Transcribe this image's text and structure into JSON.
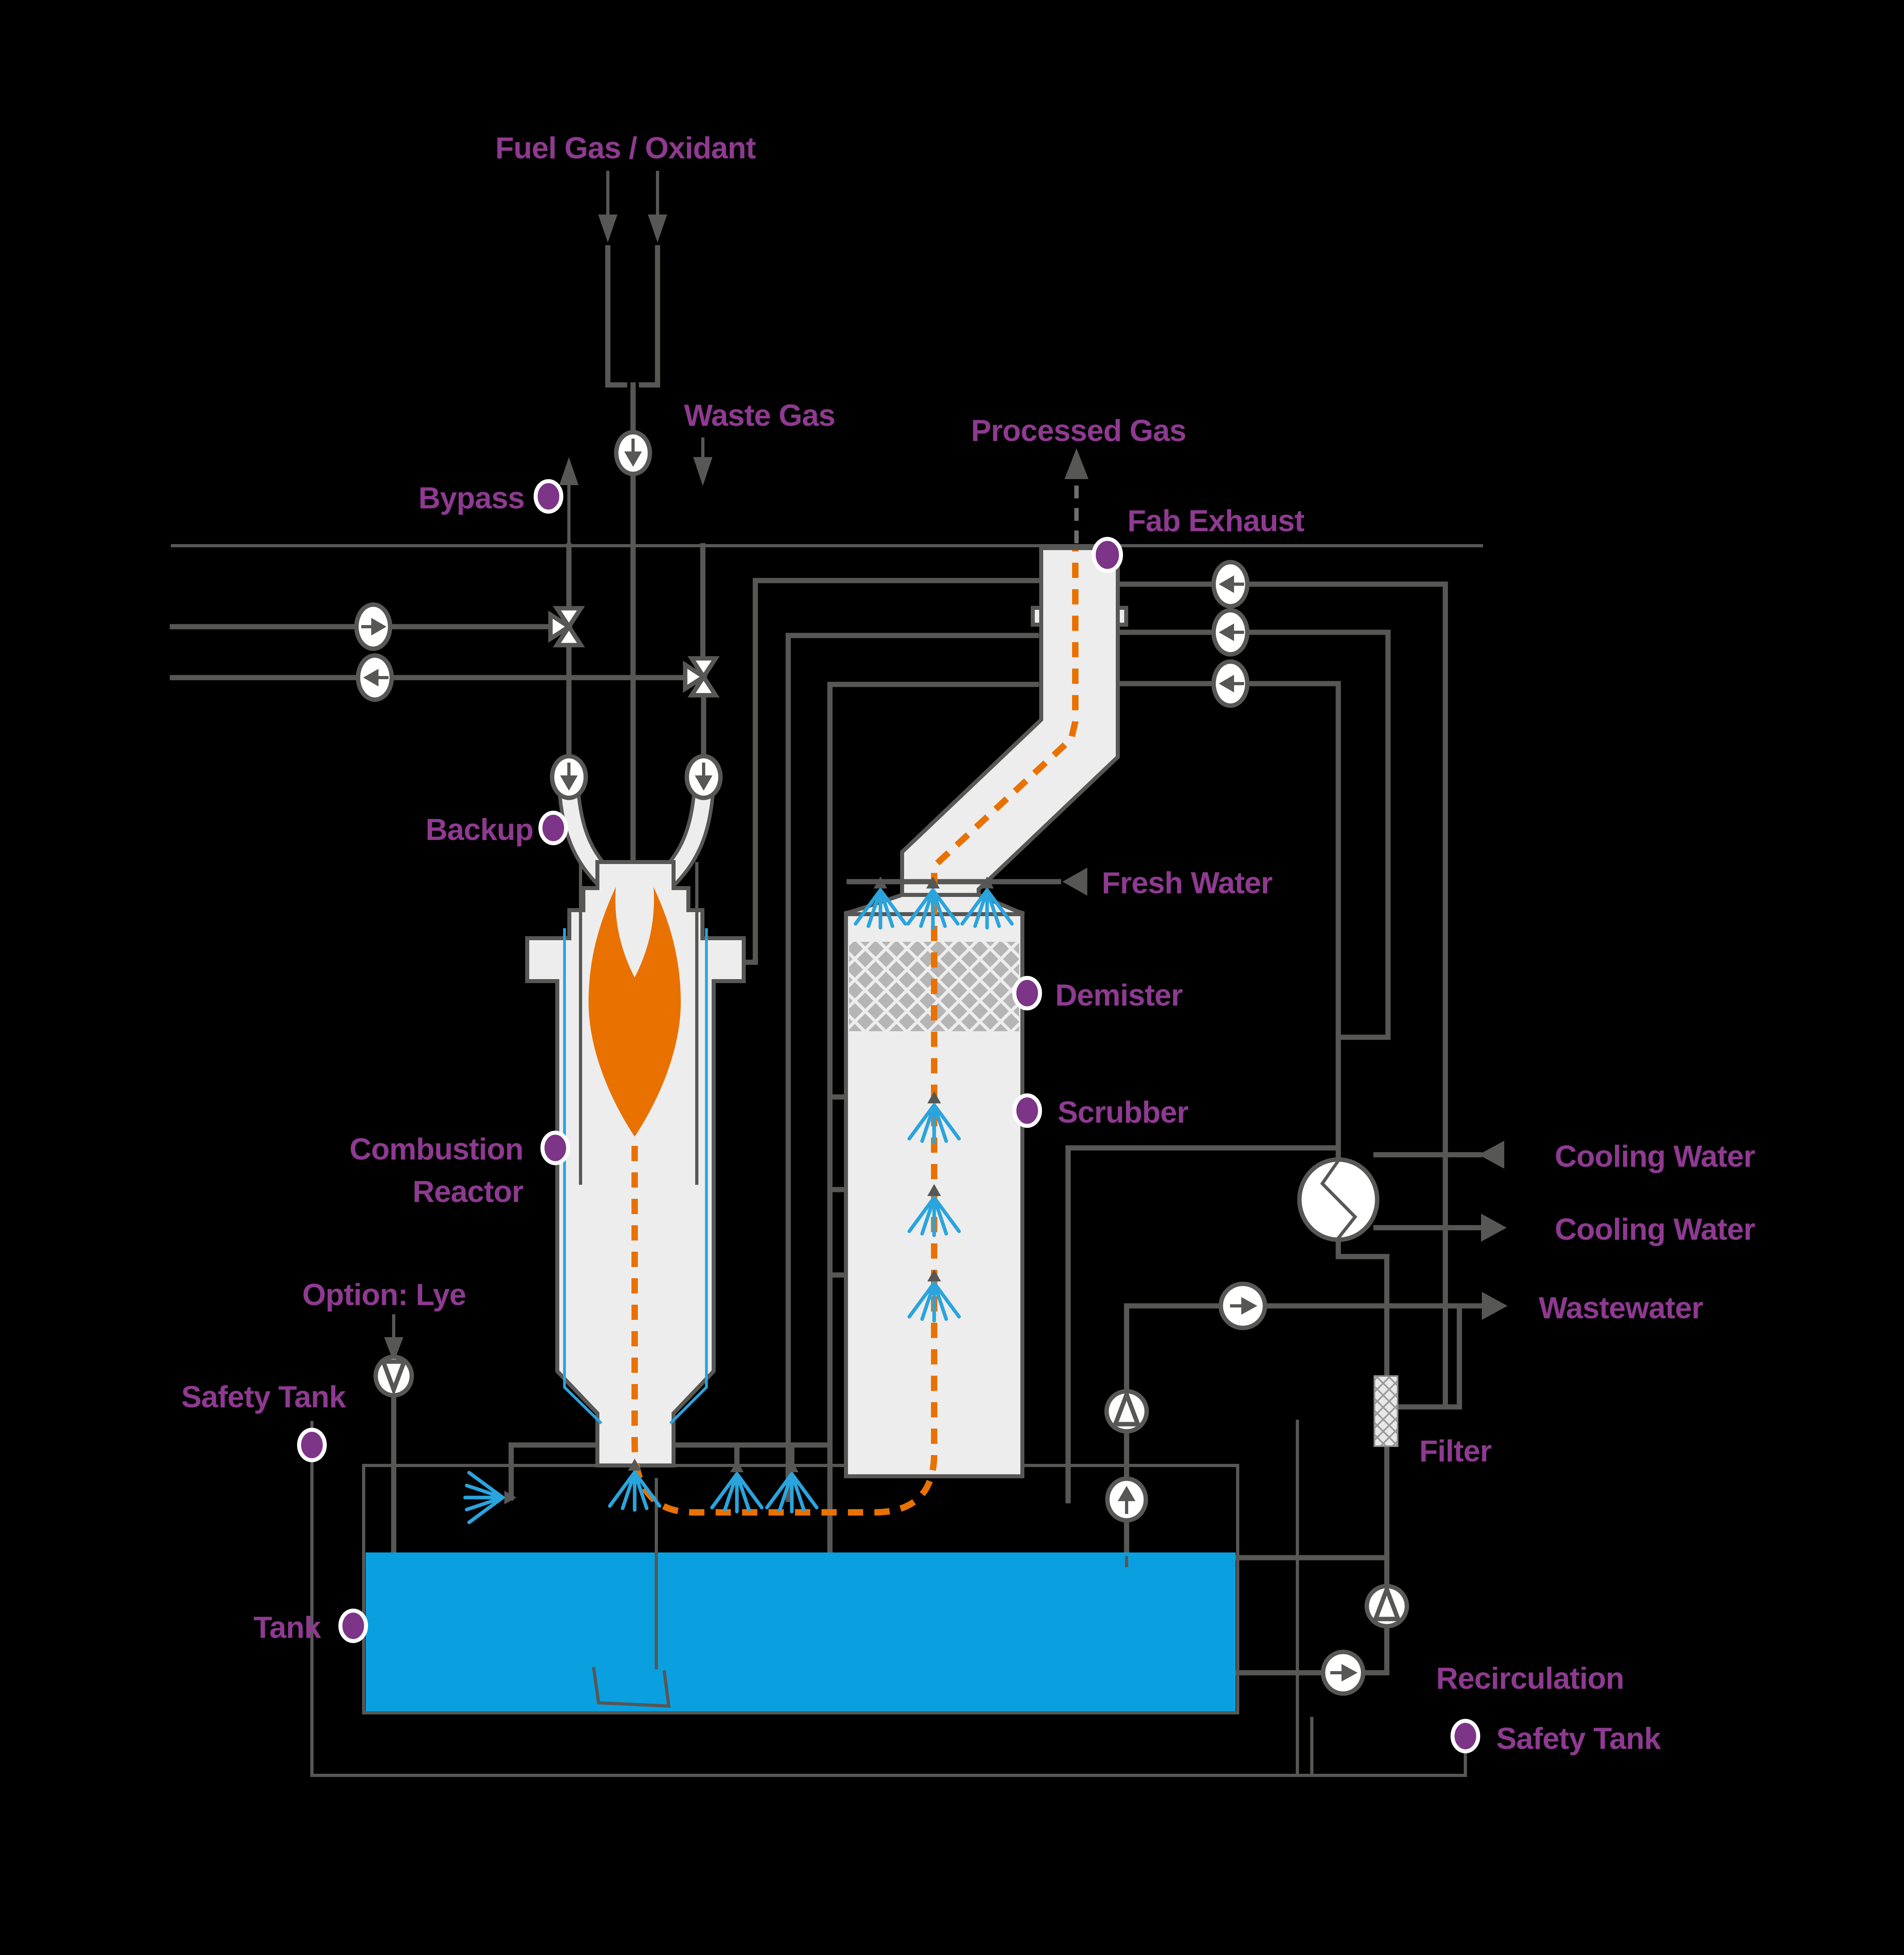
{
  "labels": {
    "fuel_gas": "Fuel Gas / Oxidant",
    "waste_gas": "Waste Gas",
    "bypass": "Bypass",
    "processed_gas": "Processed Gas",
    "fab_exhaust": "Fab Exhaust",
    "backup": "Backup",
    "fresh_water": "Fresh Water",
    "demister": "Demister",
    "scrubber": "Scrubber",
    "combustion_line1": "Combustion",
    "combustion_line2": "Reactor",
    "cooling_water_supply": "Cooling Water",
    "cooling_water_return": "Cooling Water",
    "wastewater": "Wastewater",
    "option_lye": "Option: Lye",
    "safety_tank_left": "Safety Tank",
    "filter": "Filter",
    "tank": "Tank",
    "recirculation": "Recirculation",
    "safety_tank_right": "Safety Tank"
  },
  "colors": {
    "background": "#000000",
    "label_purple": "#8e3a90",
    "marker_dot_purple": "#7d3588",
    "pipe_gray": "#575756",
    "vessel_fill": "#ededed",
    "flame_orange": "#e97100",
    "gas_path_orange": "#e97100",
    "spray_blue": "#2aa4dd",
    "water_blue": "#0aa0e0",
    "processed_gas_dash_gray": "#6f6f6e"
  },
  "icons": {
    "flow_circle_down": "circle-down-arrow",
    "flow_circle_up": "circle-up-arrow",
    "flow_circle_left": "circle-left-arrow",
    "flow_circle_right": "circle-right-arrow",
    "valve": "three-way-valve-bowtie",
    "pump_up": "circle-triangle-up-pump",
    "pump_down": "circle-triangle-down-pump",
    "heat_exchanger": "circle-zigzag",
    "spray_nozzle": "triangle-with-blue-fan",
    "demister_pad": "crosshatch-band",
    "filter_element": "crosshatch-cartridge"
  }
}
